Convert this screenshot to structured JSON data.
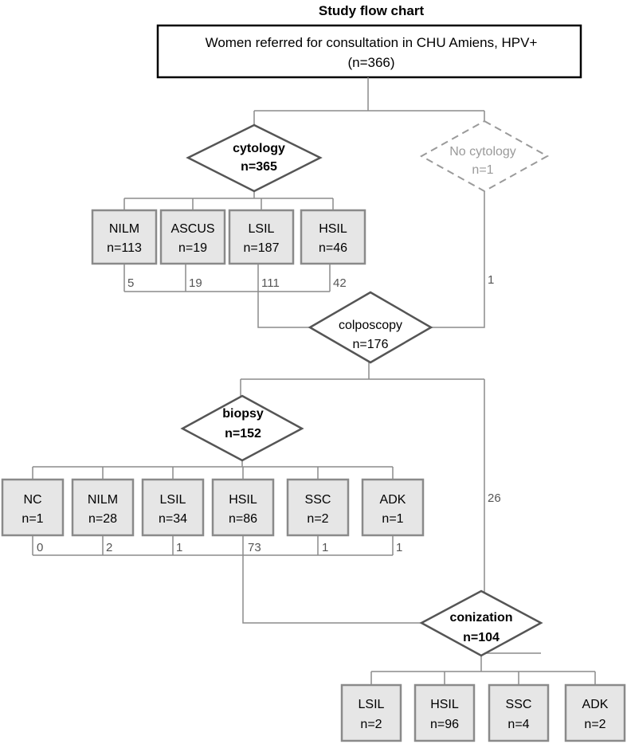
{
  "title": "Study flow chart",
  "top_box": {
    "line1": "Women referred for consultation in CHU Amiens, HPV+",
    "line2": "(n=366)"
  },
  "cytology": {
    "label": "cytology",
    "n": "n=365"
  },
  "no_cytology": {
    "label": "No cytology",
    "n": "n=1"
  },
  "cytology_results": [
    {
      "label": "NILM",
      "n": "n=113",
      "to_colposcopy": "5"
    },
    {
      "label": "ASCUS",
      "n": "n=19",
      "to_colposcopy": "19"
    },
    {
      "label": "LSIL",
      "n": "n=187",
      "to_colposcopy": "111"
    },
    {
      "label": "HSIL",
      "n": "n=46",
      "to_colposcopy": "42"
    }
  ],
  "no_cytology_to_colposcopy": "1",
  "colposcopy": {
    "label": "colposcopy",
    "n": "n=176"
  },
  "colposcopy_to_conization": "26",
  "biopsy": {
    "label": "biopsy",
    "n": "n=152"
  },
  "biopsy_results": [
    {
      "label": "NC",
      "n": "n=1",
      "to_conization": "0"
    },
    {
      "label": "NILM",
      "n": "n=28",
      "to_conization": "2"
    },
    {
      "label": "LSIL",
      "n": "n=34",
      "to_conization": "1"
    },
    {
      "label": "HSIL",
      "n": "n=86",
      "to_conization": "73"
    },
    {
      "label": "SSC",
      "n": "n=2",
      "to_conization": "1"
    },
    {
      "label": "ADK",
      "n": "n=1",
      "to_conization": "1"
    }
  ],
  "conization": {
    "label": "conization",
    "n": "n=104"
  },
  "conization_results": [
    {
      "label": "LSIL",
      "n": "n=2"
    },
    {
      "label": "HSIL",
      "n": "n=96"
    },
    {
      "label": "SSC",
      "n": "n=4"
    },
    {
      "label": "ADK",
      "n": "n=2"
    }
  ]
}
